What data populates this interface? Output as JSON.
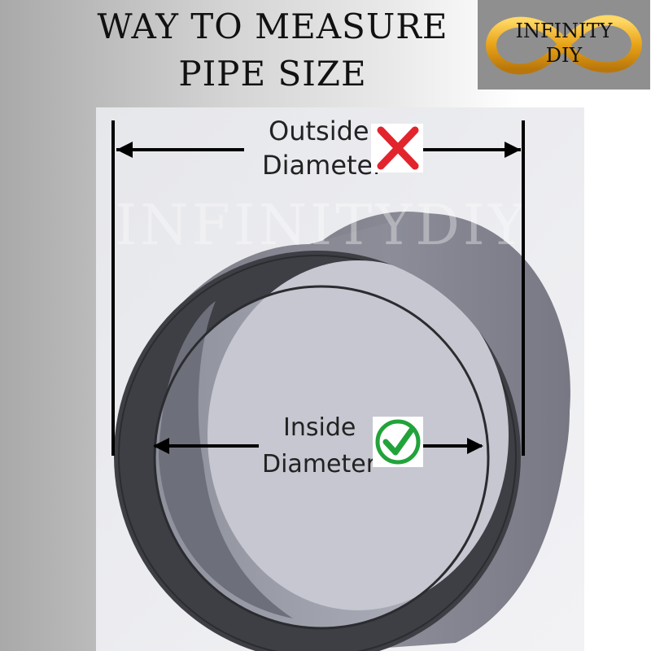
{
  "header": {
    "title_line1": "WAY TO MEASURE",
    "title_line2": "PIPE SIZE"
  },
  "logo": {
    "line1": "INFINITY",
    "line2": "DIY"
  },
  "watermark": "INFINITYDIY",
  "diagram": {
    "outside_label_line1": "Outside",
    "outside_label_line2": "Diameter",
    "outside_mark": "x-mark-icon",
    "inside_label_line1": "Inside",
    "inside_label_line2": "Diameter",
    "inside_mark": "check-icon"
  },
  "colors": {
    "cross": "#e2242c",
    "check": "#22a33a",
    "pipe_dark": "#3f4046",
    "pipe_mid": "#6f717c",
    "pipe_light": "#c9cad3",
    "logo_gold": "#e8a317"
  }
}
